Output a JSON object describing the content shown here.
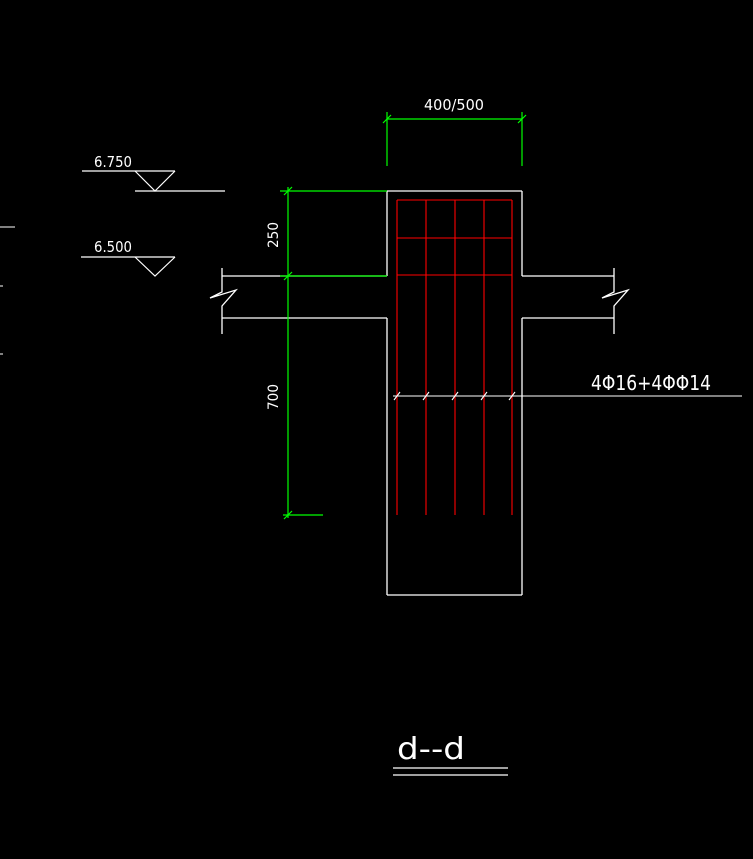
{
  "drawing": {
    "section_title": "d--d",
    "top_width_dim": "400/500",
    "elevation_upper": "6.750",
    "elevation_lower": "6.500",
    "dim_upper": "250",
    "dim_lower": "700",
    "rebar_callout": "4Φ16+4ΦΦ14"
  },
  "colors": {
    "background": "#000000",
    "outline": "#ffffff",
    "dimension": "#00ff00",
    "rebar": "#ff0000"
  }
}
